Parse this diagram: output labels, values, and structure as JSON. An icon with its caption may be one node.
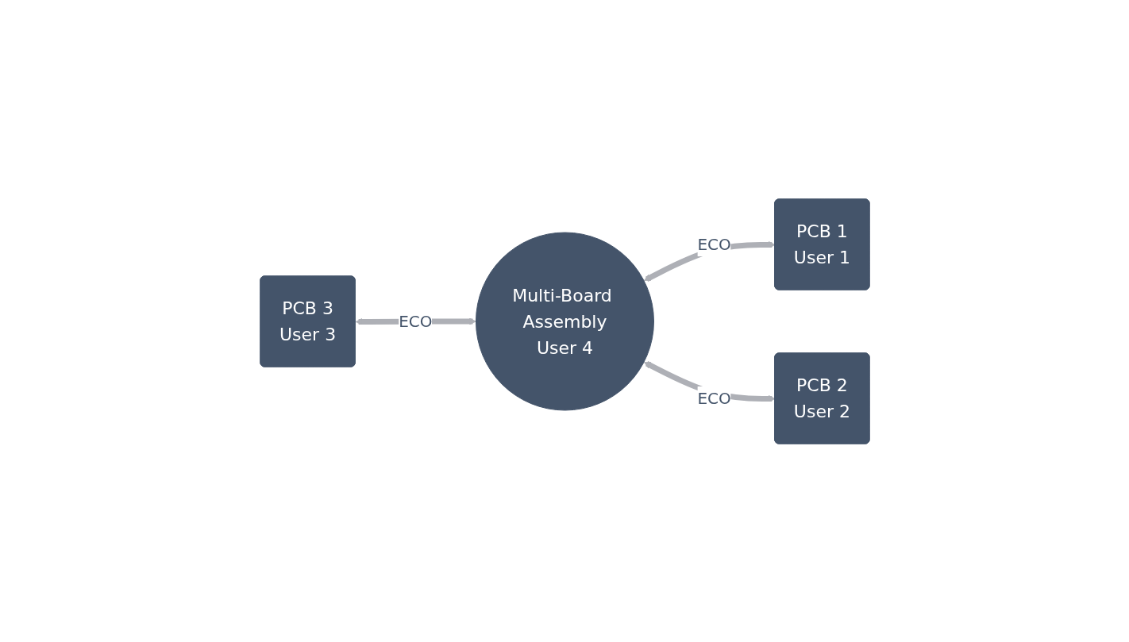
{
  "diagram": {
    "nodes": [
      {
        "text": [
          "PCB 3",
          "User 3"
        ]
      },
      {
        "text": [
          "Multi-Board Assembly",
          "User 4"
        ]
      },
      {
        "text": [
          "PCB 1",
          "User 1"
        ]
      },
      {
        "text": [
          "PCB 2",
          "User 2"
        ]
      }
    ],
    "edges": [
      {
        "from": 0,
        "to": 1,
        "label": "ECO",
        "arrow": "both"
      },
      {
        "from": 1,
        "to": 2,
        "label": "ECO",
        "arrow": "both"
      },
      {
        "from": 1,
        "to": 3,
        "label": "ECO",
        "arrow": "both"
      }
    ]
  }
}
